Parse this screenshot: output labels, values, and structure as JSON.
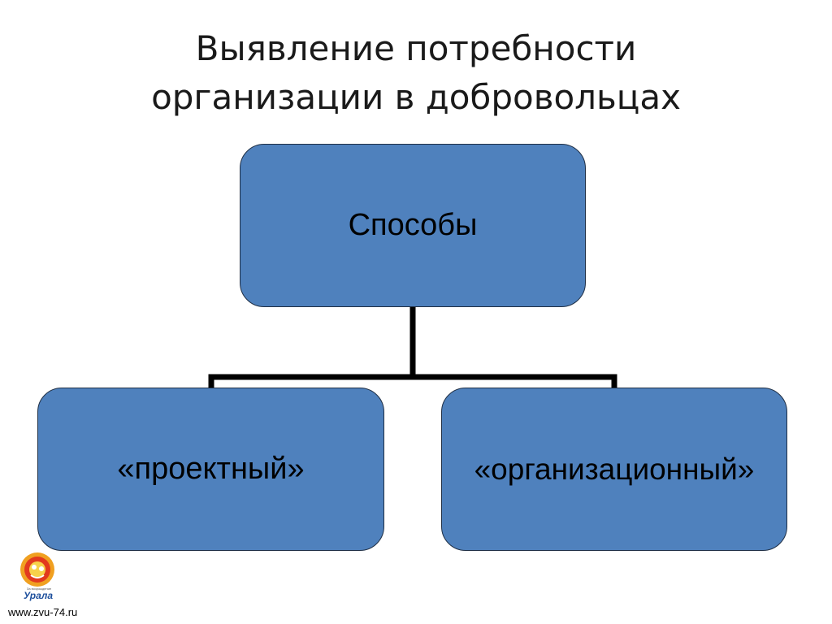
{
  "title": {
    "line1": "Выявление потребности",
    "line2": "организации в добровольцах"
  },
  "diagram": {
    "root": {
      "label": "Способы"
    },
    "children": [
      {
        "label": "«проектный»"
      },
      {
        "label": "«организационный»"
      }
    ],
    "colors": {
      "box_fill": "#4f81bd",
      "box_border": "#1f2f45",
      "connector": "#000000"
    }
  },
  "footer": {
    "logo_caption": "За возрождение",
    "logo_word": "Урала",
    "url": "www.zvu-74.ru"
  }
}
